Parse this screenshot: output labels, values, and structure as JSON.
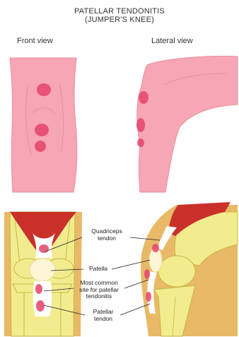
{
  "title": {
    "line1": "PATELLAR TENDONITIS",
    "line2": "(JUMPER'S KNEE)"
  },
  "views": {
    "front": "Front view",
    "lateral": "Lateral view"
  },
  "labels": {
    "quadriceps_l1": "Quadriceps",
    "quadriceps_l2": "tendon",
    "patella": "Patella",
    "common_l1": "Most common",
    "common_l2": "site for patellar",
    "common_l3": "tendonitis",
    "patellar_l1": "Patellar",
    "patellar_l2": "tendon"
  },
  "colors": {
    "skin": "#f6a6b4",
    "inflammation": "#e4436a",
    "muscle": "#c9302a",
    "bone_yellow": "#f2ec8f",
    "bone_outline": "#c8b640",
    "tissue_orange": "#e9b968",
    "tendon_white": "#ffffff",
    "patella_cream": "#fdf6d4"
  }
}
